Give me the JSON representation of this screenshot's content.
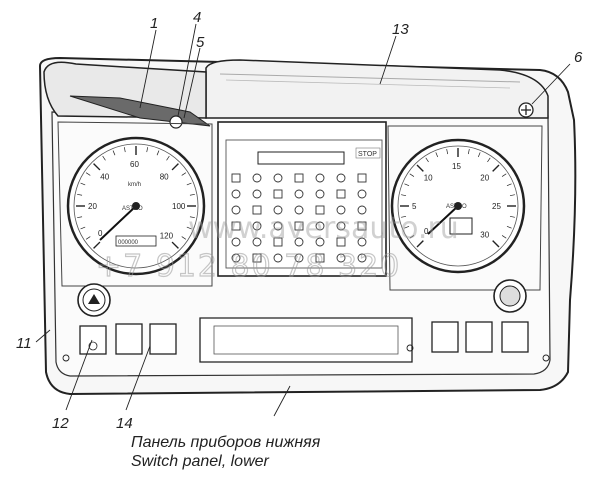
{
  "callouts": {
    "n1": "1",
    "n4": "4",
    "n5": "5",
    "n13": "13",
    "n6": "6",
    "n11": "11",
    "n12": "12",
    "n14": "14"
  },
  "speedometer": {
    "ticks": [
      "20",
      "40",
      "60",
      "80",
      "100",
      "120"
    ],
    "zero": "0",
    "unit": "km/h",
    "brand": "ASTRO",
    "odometer": "000000"
  },
  "tachometer": {
    "ticks": [
      "5",
      "10",
      "15",
      "20",
      "25",
      "30"
    ],
    "zero": "0",
    "brand": "ASTRO"
  },
  "center_panel": {
    "stop_label": "STOP"
  },
  "watermark": {
    "site": "www.aversauto.ru",
    "phone": "+7 912 80 78 320"
  },
  "caption": {
    "ru": "Панель приборов нижняя",
    "en": "Switch panel, lower"
  }
}
